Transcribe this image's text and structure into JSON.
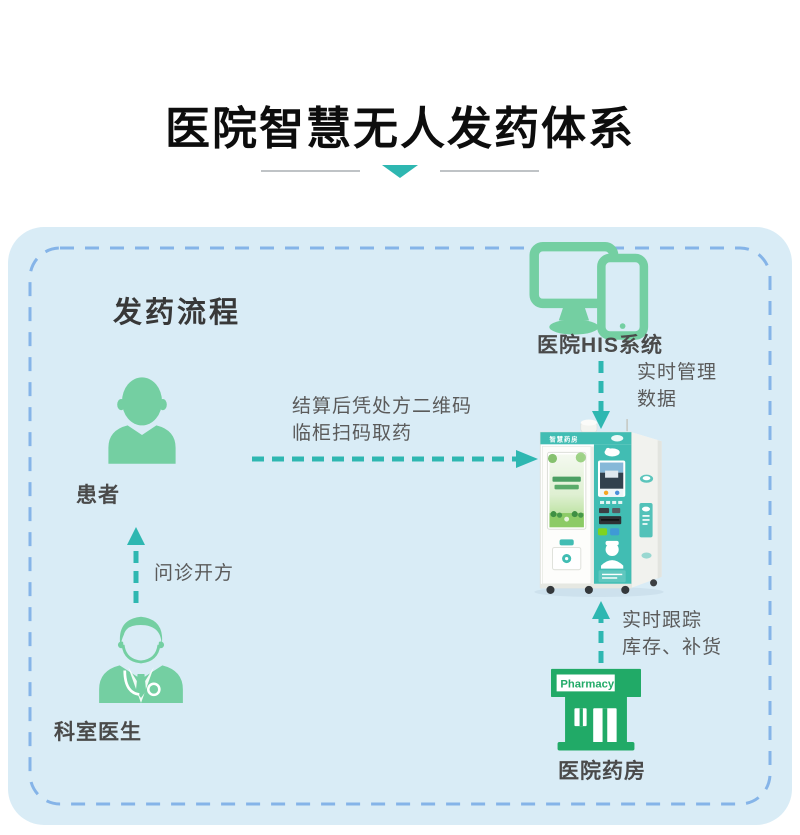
{
  "colors": {
    "teal": "#2eb7b1",
    "green": "#74cfa2",
    "dark-green": "#21aa67",
    "box-bg": "#d9ecf6",
    "dash-blue": "#85b4e8",
    "machine-teal": "#41bdb3"
  },
  "header": {
    "title": "医院智慧无人发药体系"
  },
  "flow": {
    "heading": "发药流程",
    "patient": {
      "label": "患者"
    },
    "doctor": {
      "label": "科室医生"
    },
    "his": {
      "label": "医院HIS系统"
    },
    "machine": {
      "brand": "智慧药房"
    },
    "pharmacy": {
      "label": "医院药房",
      "sign": "Pharmacy"
    },
    "edges": {
      "prescription": {
        "line1": "结算后凭处方二维码",
        "line2": "临柜扫码取药"
      },
      "consult": {
        "label": "问诊开方"
      },
      "his_manage": {
        "line1": "实时管理",
        "line2": "数据"
      },
      "stock_track": {
        "line1": "实时跟踪",
        "line2": "库存、补货"
      }
    }
  }
}
